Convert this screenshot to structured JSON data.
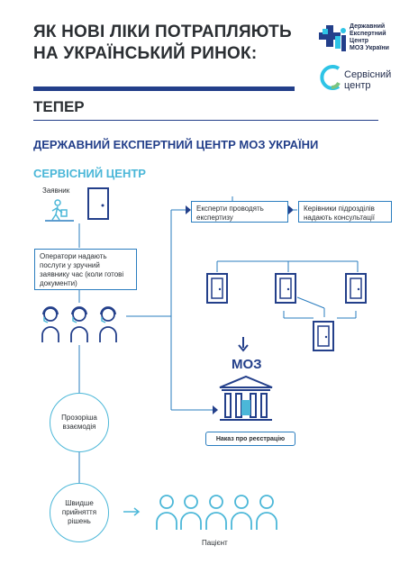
{
  "header": {
    "title_line1": "ЯК НОВІ ЛІКИ ПОТРАПЛЯЮТЬ",
    "title_line2": "НА УКРАЇНСЬКИЙ РИНОК:",
    "logo_dec": [
      "Державний",
      "Експертний",
      "Центр",
      "МОЗ України"
    ],
    "logo_service": [
      "Сервісний",
      "центр"
    ]
  },
  "section": {
    "now": "ТЕПЕР",
    "center_title": "ДЕРЖАВНИЙ ЕКСПЕРТНИЙ ЦЕНТР МОЗ УКРАЇНИ",
    "service_title": "СЕРВІСНИЙ ЦЕНТР"
  },
  "flow": {
    "applicant": "Заявник",
    "operators": "Оператори надають послуги у зручний заявнику час (коли готові документи)",
    "experts": "Експерти проводять експертизу",
    "heads": "Керівники підрозділів надають консультації",
    "moz": "МОЗ",
    "order": "Наказ про реєстрацію",
    "transparent": "Прозоріша взаємодія",
    "faster": "Швидше прийняття рішень",
    "patient": "Пацієнт"
  },
  "colors": {
    "navy": "#233f8a",
    "teal": "#4bb7d8",
    "blue": "#2a7dbf",
    "logo_cyan": "#2ec4e6",
    "logo_green": "#7bc47f"
  }
}
